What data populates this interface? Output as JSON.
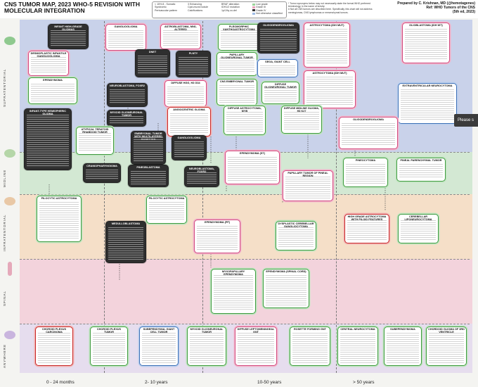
{
  "header": {
    "title_line1": "CNS TUMOR MAP, 2023 WHO-5 REVISION WITH",
    "title_line2": "MOLECULAR INTEGRATION",
    "legend": {
      "col1": [
        "< 15%  8 - Somatic",
        "Syndromic",
        "Perivascular pattern"
      ],
      "col2": [
        "3 Enhancing",
        "Cyst-mural nodule",
        "Calcifications"
      ],
      "col3": [
        "BRAF alteration",
        "IDH1/2 mutation",
        "1p/19q co-del"
      ],
      "col4": [
        "Low grade",
        "Grade III",
        "Grade IV",
        "Not otherwise classified"
      ]
    },
    "note_lines": [
      "* Tumor synonyms below may not necessarily state the formal WHO preferred",
      "terminology, in the name of brevity.",
      "# Not all CNS tumors are described here. Specifically, this chart will not address",
      "meningiomas, CNS lymphomas or mesenchymal tumors."
    ],
    "prepared_by": "Prepared by C. Krishnan, MD (@hemotagenes)",
    "ref_line": "Ref: WHO Tumors of the CNS",
    "edition": "(5th ed, 2023)"
  },
  "regions": [
    "SUPRATENTORIAL",
    "MIDLINE",
    "INFRATENTORIAL",
    "SPINAL",
    "ANYWHERE"
  ],
  "axis": {
    "labels": [
      "0 - 24 months",
      "2- 10 years",
      "10-50 years",
      "> 50 years"
    ]
  },
  "tooltip": "Please s",
  "cards": [
    {
      "title": "INFANT HIGH-GRADE GLIOMAS"
    },
    {
      "title": "GANGLIOGLIOMA"
    },
    {
      "title": "ASTROBLASTOMA, MN1-ALTERED"
    },
    {
      "title": "PLEOMORPHIC XANTHOASTROCYTOMA"
    },
    {
      "title": "OLIGODENDROGLIOMA"
    },
    {
      "title": "ASTROCYTOMA (IDH MUT)"
    },
    {
      "title": "GLIOBLASTOMA (IDH WT)"
    },
    {
      "title": "DESMOPLASTIC INFANTILE GANGLIOGLIOMA"
    },
    {
      "title": "DNET"
    },
    {
      "title": "PLNTY"
    },
    {
      "title": "PAPILLARY GLIONEURONAL TUMOR"
    },
    {
      "title": "SEGA, GIANT CELL"
    },
    {
      "title": "EPENDYMOMA"
    },
    {
      "title": "ASTROCYTOMA (IDH MUT)"
    },
    {
      "title": "NEUROBLASTOMA, FOXR2"
    },
    {
      "title": "DIFFUSE HGG, H3 G34"
    },
    {
      "title": "CNS EMBRYONAL TUMOR"
    },
    {
      "title": "DIFFUSE GLIONEURONAL TUMOR"
    },
    {
      "title": "MYXOID GLIONEURONAL TUMOR"
    },
    {
      "title": "ANGIOCENTRIC GLIOMA"
    },
    {
      "title": "DIFFUSE ASTROCYTOMA, MYB"
    },
    {
      "title": "EXTRAVENTRICULAR NEUROCYTOMA"
    },
    {
      "title": "INFANT-TYPE HEMISPHERIC GLIOMA"
    },
    {
      "title": "ATYPICAL TERATOID RHABDOID TUMOR"
    },
    {
      "title": "GANGLIOGLIOMA"
    },
    {
      "title": "EMBRYONAL TUMOR WITH MULTILAYERED ROSETTES"
    },
    {
      "title": "OLIGODENDROGLIOMA"
    },
    {
      "title": "CRANIOPHARYNGIOMA"
    },
    {
      "title": "PINEOBLASTOMA"
    },
    {
      "title": "EPENDYMOMA (ST)"
    },
    {
      "title": "PINEOCYTOMA"
    },
    {
      "title": "PINEAL PARENCHYMAL TUMOR"
    },
    {
      "title": "PAPILLARY TUMOR OF PINEAL REGION"
    },
    {
      "title": "DIFFUSE MIDLINE GLIOMA, H3 K27"
    },
    {
      "title": "PILOCYTIC ASTROCYTOMA"
    },
    {
      "title": "MEDULLOBLASTOMA"
    },
    {
      "title": "EPENDYMOMA (PF)"
    },
    {
      "title": "DYSPLASTIC CEREBELLAR GANGLIOCYTOMA"
    },
    {
      "title": "HIGH GRADE ASTROCYTOMA WITH PILOID FEATURES"
    },
    {
      "title": "CEREBELLAR LIPONEUROCYTOMA"
    },
    {
      "title": "MYXOPAPILLARY EPENDYMOMA"
    },
    {
      "title": "EPENDYMOMA (SPINAL CORD)"
    },
    {
      "title": "CHOROID PLEXUS CARCINOMA"
    },
    {
      "title": "CHOROID PLEXUS TUMOR"
    },
    {
      "title": "SUBEPENDYMAL GIANT CELL TUMOR"
    },
    {
      "title": "MYXOID GLIONEURONAL TUMOR"
    },
    {
      "title": "DIFFUSE LEPTOMENINGEAL GNT"
    },
    {
      "title": "ROSETTE FORMING GNT"
    },
    {
      "title": "CENTRAL NEUROCYTOMA"
    },
    {
      "title": "SUBEPENDYMOMA"
    },
    {
      "title": "CHORDOID GLIOMA OF 3RD VENTRICLE"
    }
  ]
}
